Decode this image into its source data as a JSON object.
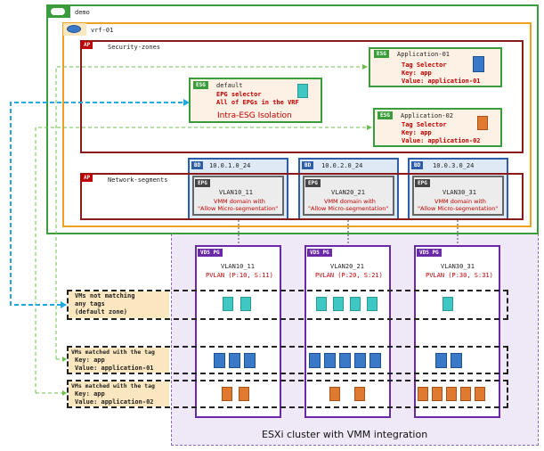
{
  "tenant": {
    "label": "demo"
  },
  "vrf": {
    "label": "vrf-01"
  },
  "ap_security": {
    "tag": "AP",
    "label": "Security-zones"
  },
  "ap_network": {
    "tag": "AP",
    "label": "Network-segments"
  },
  "esg_app1": {
    "tag": "ESG",
    "title": "Application-01",
    "line1": "Tag Selector",
    "line2": "Key: app",
    "line3": "Value: application-01"
  },
  "esg_default": {
    "tag": "ESG",
    "title": "default",
    "line1": "EPG selector",
    "line2": "All of EPGs in the VRF",
    "isolation": "Intra-ESG Isolation"
  },
  "esg_app2": {
    "tag": "ESG",
    "title": "Application-02",
    "line1": "Tag Selector",
    "line2": "Key: app",
    "line3": "Value: application-02"
  },
  "bds": [
    {
      "tag": "BD",
      "label": "10.0.1.0_24"
    },
    {
      "tag": "BD",
      "label": "10.0.2.0_24"
    },
    {
      "tag": "BD",
      "label": "10.0.3.0_24"
    }
  ],
  "epgs": [
    {
      "tag": "EPG",
      "title": "VLAN10_11",
      "line1": "VMM domain with",
      "line2": "\"Allow Micro-segmentation\""
    },
    {
      "tag": "EPG",
      "title": "VLAN20_21",
      "line1": "VMM domain with",
      "line2": "\"Allow Micro-segmentation\""
    },
    {
      "tag": "EPG",
      "title": "VLAN30_31",
      "line1": "VMM domain with",
      "line2": "\"Allow Micro-segmentation\""
    }
  ],
  "vds": [
    {
      "tag": "VDS PG",
      "title": "VLAN10_11",
      "pvlan": "PVLAN (P:10, S:11)"
    },
    {
      "tag": "VDS PG",
      "title": "VLAN20_21",
      "pvlan": "PVLAN (P:20, S:21)"
    },
    {
      "tag": "VDS PG",
      "title": "VLAN30_31",
      "pvlan": "PVLAN (P:30, S:31)"
    }
  ],
  "rows": [
    {
      "line1": "VMs not matching",
      "line2": "any tags",
      "line3": "(default zone)"
    },
    {
      "line1": "VMs matched with the tag",
      "line2": "Key: app",
      "line3": "Value: application-01"
    },
    {
      "line1": "VMs matched with the tag",
      "line2": "Key: app",
      "line3": "Value: application-02"
    }
  ],
  "cluster": {
    "label": "ESXi cluster with VMM integration"
  },
  "colors": {
    "tenant": "#3a9c3a",
    "vrf": "#f0a020",
    "ap": "#8b1a1a",
    "esg": "#3a9c3a",
    "bd": "#2e5ea8",
    "vds": "#6a2aa8",
    "cluster": "#8a6ab8",
    "teal": "#3fc7c4",
    "blue": "#3a78c8",
    "orange": "#e07a30"
  }
}
